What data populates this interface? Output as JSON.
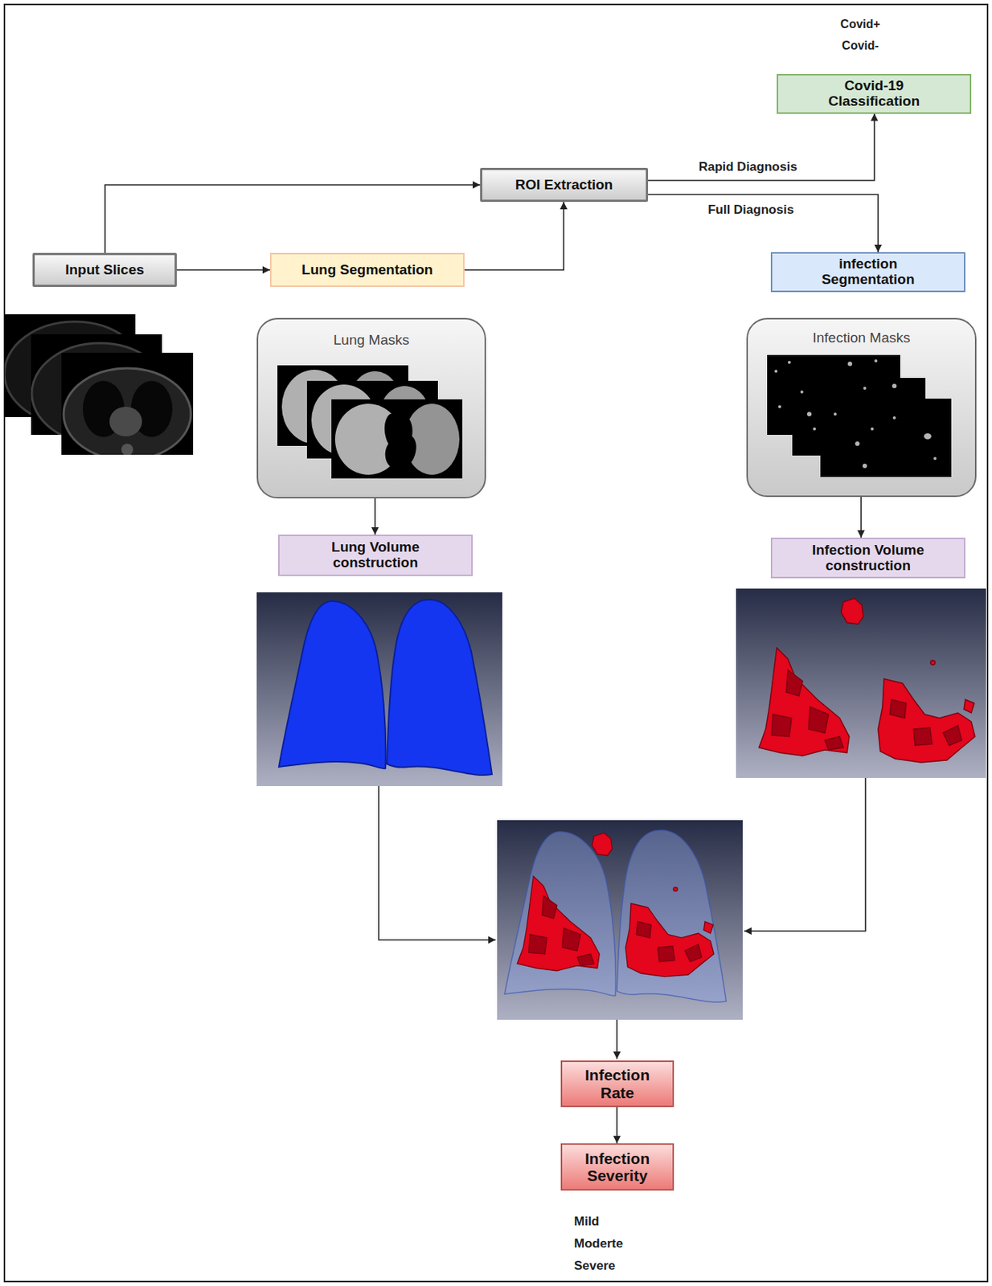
{
  "diagram": {
    "nodes": [
      {
        "text": [
          "Covid-19 Classification"
        ]
      },
      {
        "text": [
          "ROI Extraction"
        ]
      },
      {
        "text": [
          "Input Slices"
        ]
      },
      {
        "text": [
          "Lung Segmentation"
        ]
      },
      {
        "text": [
          "infection Segmentation"
        ]
      },
      {
        "text": [
          "Lung Masks"
        ]
      },
      {
        "text": [
          "Infection Masks"
        ]
      },
      {
        "text": [
          "Lung Volume construction"
        ]
      },
      {
        "text": [
          "Infection Volume construction"
        ]
      },
      {
        "text": [
          "Infection Rate"
        ]
      },
      {
        "text": [
          "Infection Severity"
        ]
      }
    ],
    "edges": [
      {
        "from": 2,
        "to": 1,
        "arrow": "to"
      },
      {
        "from": 2,
        "to": 3,
        "arrow": "to"
      },
      {
        "from": 3,
        "to": 1,
        "arrow": "to"
      },
      {
        "from": 1,
        "to": 0,
        "arrow": "to",
        "label": "Rapid Diagnosis"
      },
      {
        "from": 1,
        "to": 4,
        "arrow": "to",
        "label": "Full Diagnosis"
      },
      {
        "from": 5,
        "to": 7,
        "arrow": "to"
      },
      {
        "from": 6,
        "to": 8,
        "arrow": "to"
      },
      {
        "from": 9,
        "to": 10,
        "arrow": "to"
      }
    ],
    "labels": [
      "Covid+",
      "Covid-",
      "Mild",
      "Moderte",
      "Severe"
    ]
  }
}
